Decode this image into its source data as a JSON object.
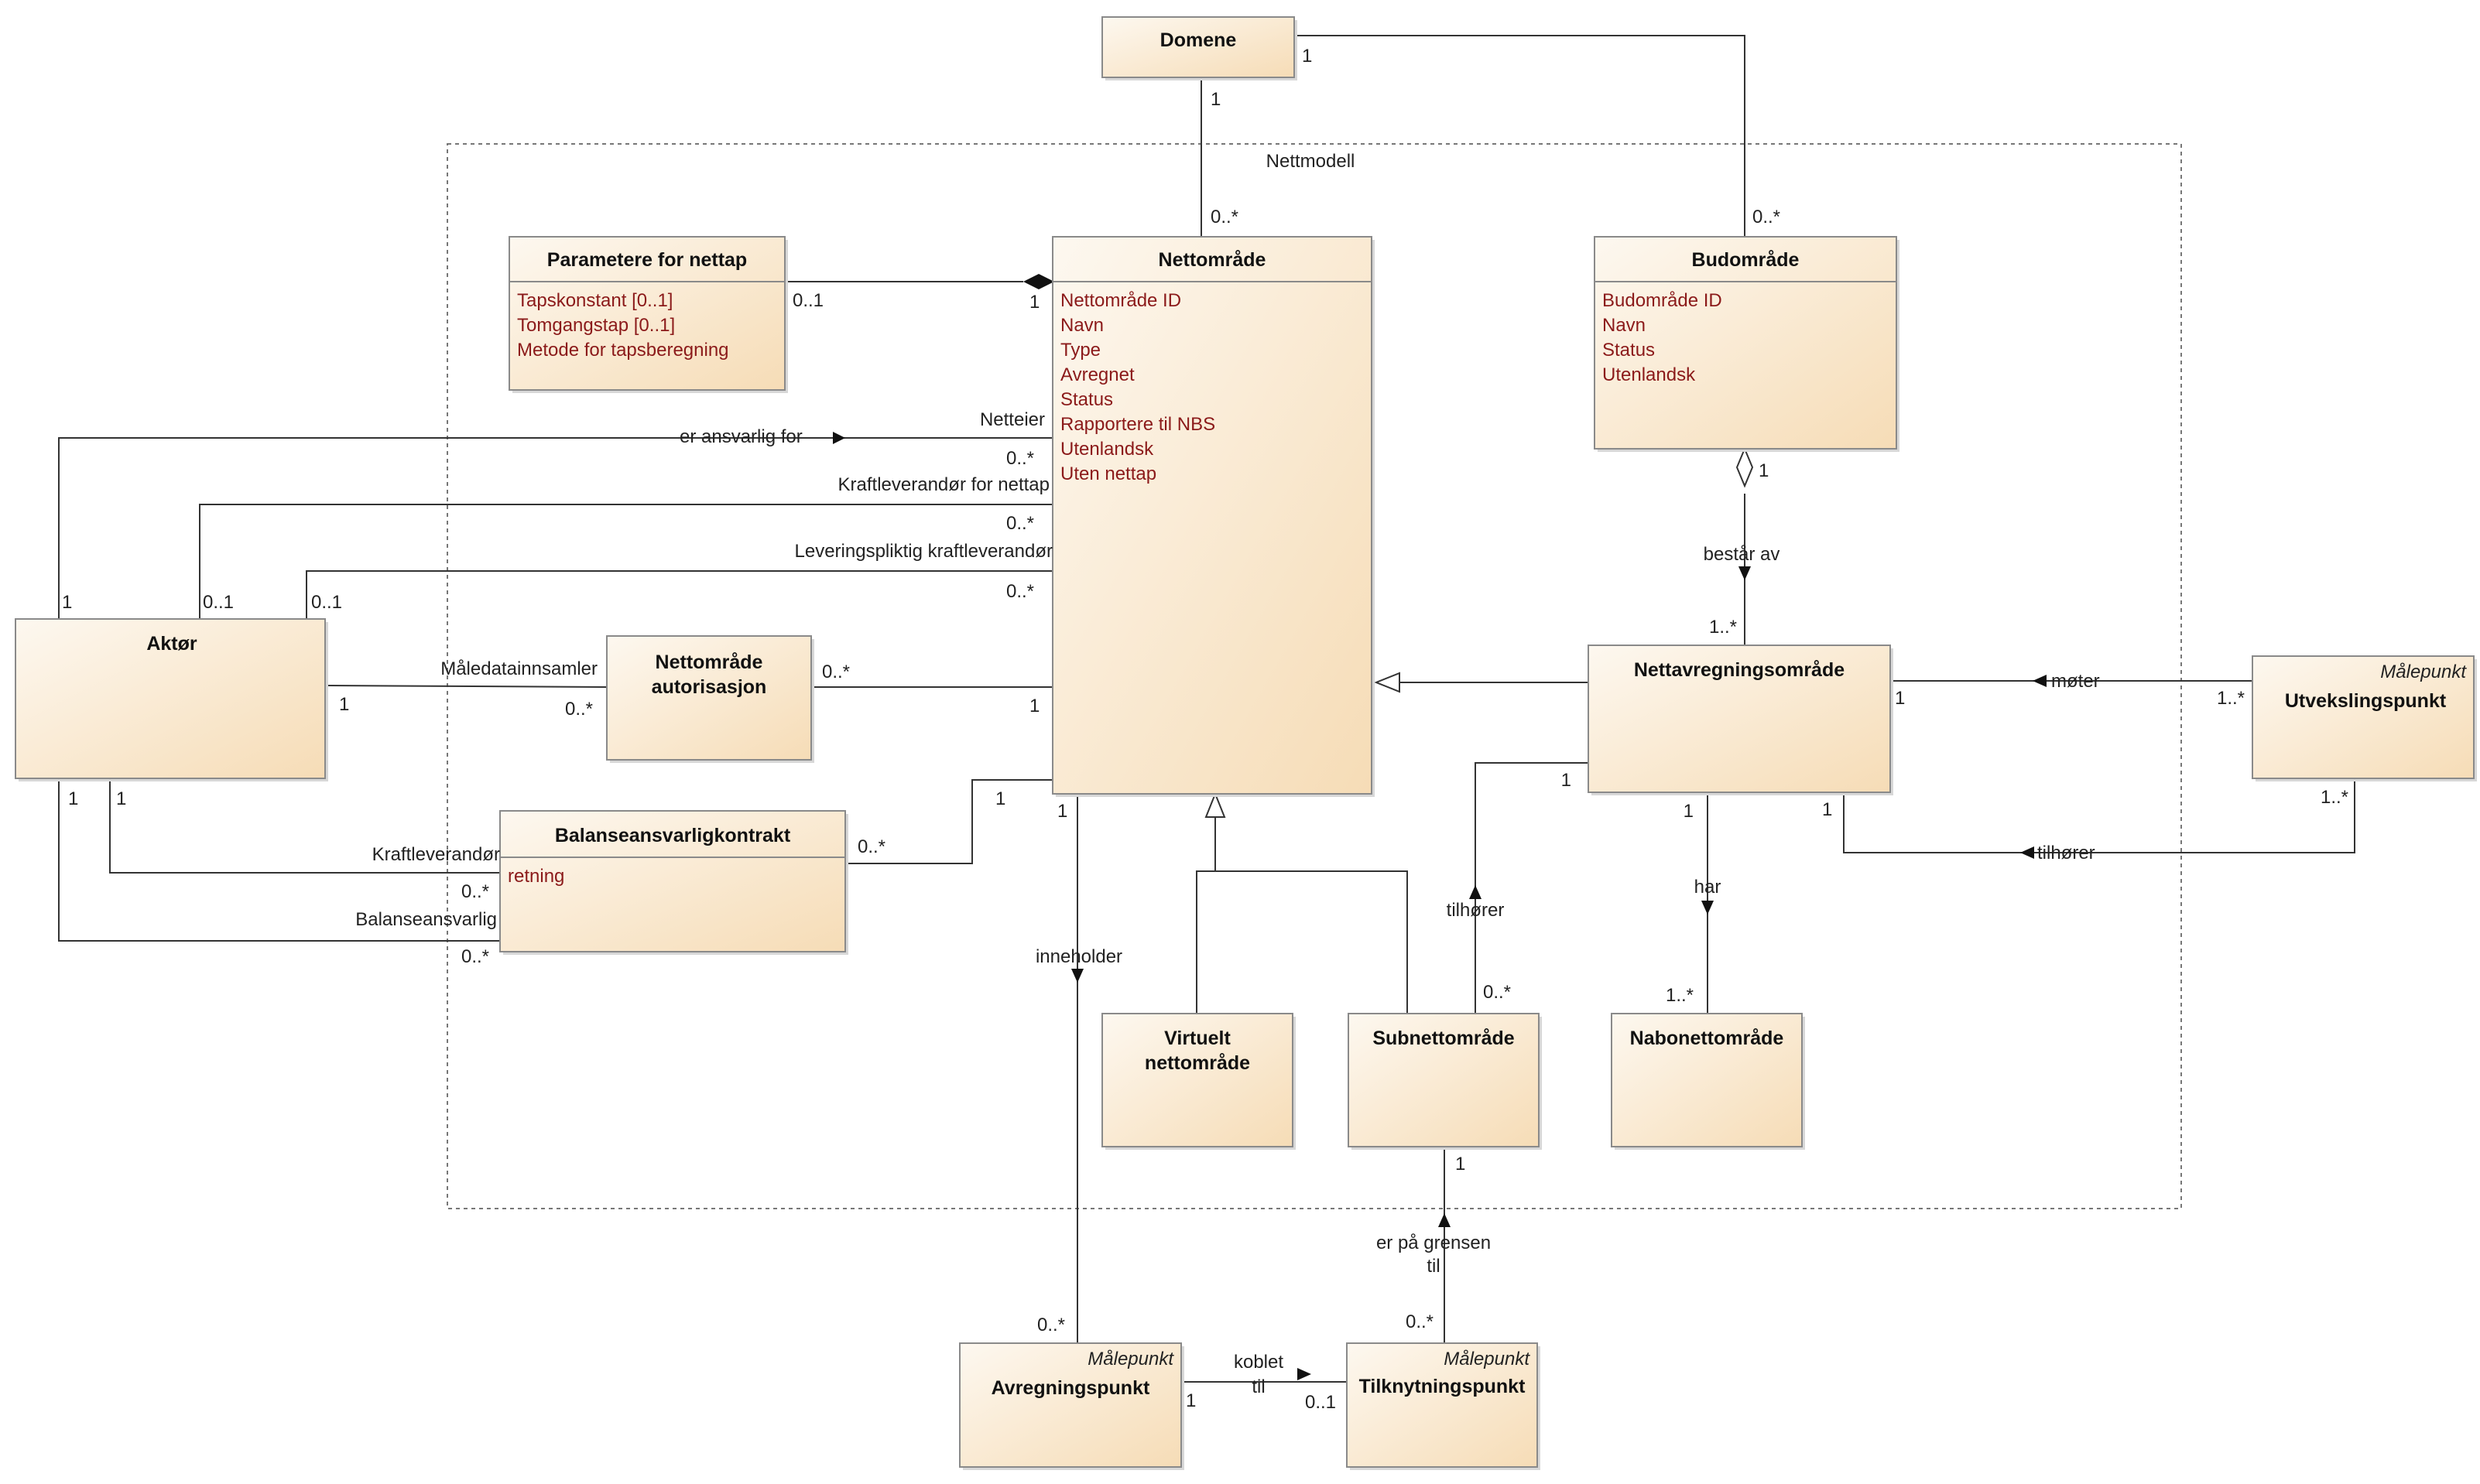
{
  "package": {
    "name": "Nettmodell"
  },
  "classes": {
    "domene": {
      "name": "Domene"
    },
    "parametere": {
      "name": "Parametere for nettap",
      "attributes": [
        "Tapskonstant [0..1]",
        "Tomgangstap [0..1]",
        "Metode for tapsberegning"
      ]
    },
    "nettomrade": {
      "name": "Nettområde",
      "attributes": [
        "Nettområde ID",
        "Navn",
        "Type",
        "Avregnet",
        "Status",
        "Rapportere til NBS",
        "Utenlandsk",
        "Uten nettap"
      ]
    },
    "budomrade": {
      "name": "Budområde",
      "attributes": [
        "Budområde ID",
        "Navn",
        "Status",
        "Utenlandsk"
      ]
    },
    "aktor": {
      "name": "Aktør"
    },
    "nettomrade_autorisasjon": {
      "name_lines": [
        "Nettområde",
        "autorisasjon"
      ]
    },
    "balanseansvarligkontrakt": {
      "name": "Balanseansvarligkontrakt",
      "attributes": [
        "retning"
      ]
    },
    "nettavregningsomrade": {
      "name": "Nettavregningsområde"
    },
    "utvekslingspunkt": {
      "name": "Utvekslingspunkt",
      "stereotype": "Målepunkt"
    },
    "virtuelt": {
      "name_lines": [
        "Virtuelt",
        "nettområde"
      ]
    },
    "subnettomrade": {
      "name": "Subnettområde"
    },
    "nabonettomrade": {
      "name": "Nabonettområde"
    },
    "avregningspunkt": {
      "name": "Avregningspunkt",
      "stereotype": "Målepunkt"
    },
    "tilknytningspunkt": {
      "name": "Tilknytningspunkt",
      "stereotype": "Målepunkt"
    }
  },
  "associations": {
    "domene_nett": {
      "source_mult": "1",
      "target_mult": "0..*"
    },
    "domene_bud": {
      "source_mult": "1",
      "target_mult": "0..*"
    },
    "param_nett": {
      "source_mult": "0..1",
      "target_mult": "1"
    },
    "netteier": {
      "verb": "er ansvarlig for",
      "role": "Netteier",
      "aktor_mult": "1",
      "nett_mult": "0..*"
    },
    "kraftlev_nettap": {
      "role": "Kraftleverandør for nettap",
      "aktor_mult": "0..1",
      "nett_mult": "0..*"
    },
    "leveringspliktig": {
      "role": "Leveringspliktig kraftleverandør",
      "aktor_mult": "0..1",
      "nett_mult": "0..*"
    },
    "maledata": {
      "role": "Måledatainnsamler",
      "aktor_mult": "1",
      "auth_mult": "0..*"
    },
    "auth_nett": {
      "auth_mult": "0..*",
      "nett_mult": "1"
    },
    "kraftleverandor": {
      "role": "Kraftleverandør",
      "aktor_mult": "1",
      "kontrakt_mult": "0..*"
    },
    "balanseansvarlig": {
      "role": "Balanseansvarlig",
      "aktor_mult": "1",
      "kontrakt_mult": "0..*"
    },
    "kontrakt_nett": {
      "kontrakt_mult": "0..*",
      "nett_mult": "1"
    },
    "bestar_av": {
      "verb": "består av",
      "bud_mult": "1",
      "navr_mult": "1..*"
    },
    "moter": {
      "verb": "møter",
      "navr_mult": "1",
      "utv_mult": "1..*"
    },
    "tilhorer_utv": {
      "verb": "tilhører",
      "navr_mult": "1",
      "utv_mult": "1..*"
    },
    "tilhorer_sub": {
      "verb": "tilhører",
      "navr_mult": "1",
      "sub_mult": "0..*"
    },
    "har": {
      "verb": "har",
      "navr_mult": "1",
      "nabo_mult": "1..*"
    },
    "inneholder": {
      "verb": "inneholder",
      "nett_mult": "1",
      "avr_mult": "0..*"
    },
    "grensen": {
      "verb_lines": [
        "er på grensen",
        "til"
      ],
      "sub_mult": "1",
      "tilk_mult": "0..*"
    },
    "koblet": {
      "verb_lines": [
        "koblet",
        "til"
      ],
      "avr_mult": "1",
      "tilk_mult": "0..1"
    }
  },
  "colors": {
    "box_fill_start": "#fdf7ee",
    "box_fill_end": "#f6ddb8",
    "attribute_text": "#8b1a1a"
  }
}
